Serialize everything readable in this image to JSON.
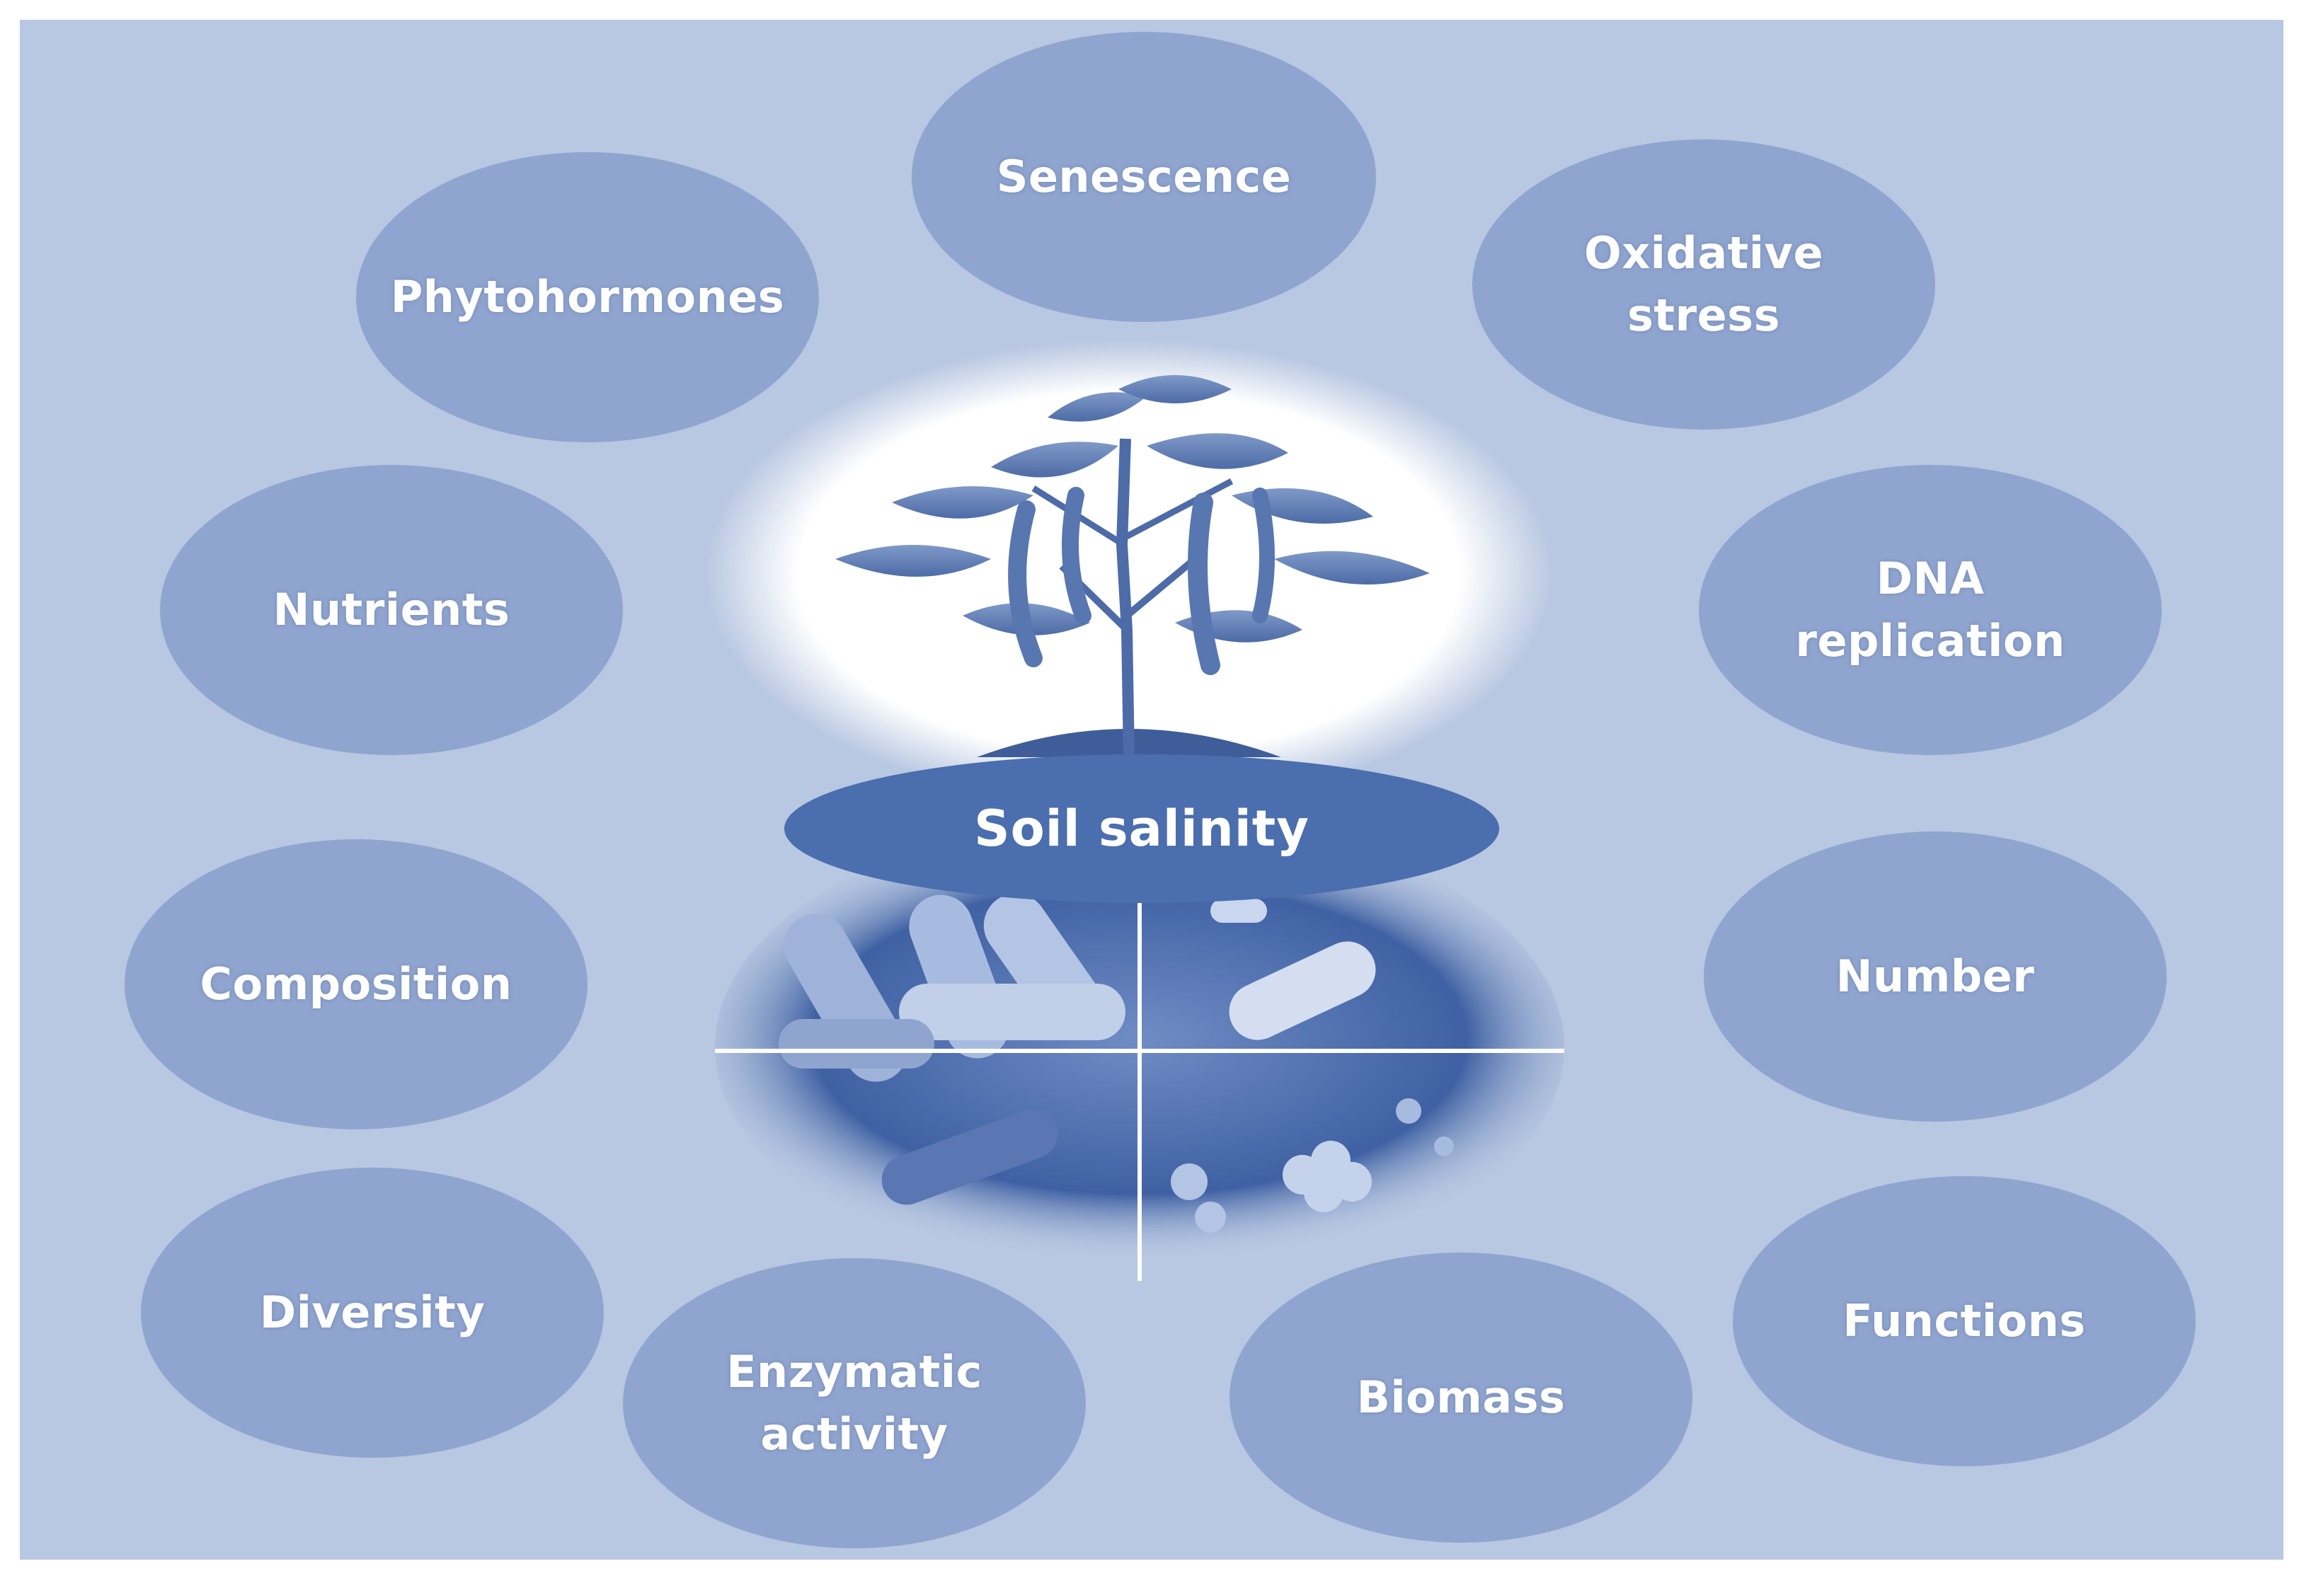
{
  "centre": {
    "label": "Soil salinity"
  },
  "bubbles": {
    "senescence": "Senescence",
    "phytohormones": "Phytohormones",
    "oxidative_stress": "Oxidative\nstress",
    "nutrients": "Nutrients",
    "dna_replication": "DNA\nreplication",
    "composition": "Composition",
    "number": "Number",
    "diversity": "Diversity",
    "enzymatic_activity": "Enzymatic\nactivity",
    "biomass": "Biomass",
    "functions": "Functions"
  },
  "colors": {
    "background": "#b8c7e2",
    "bubble": "#8fa5cf",
    "centre": "#4a6eae",
    "text": "#ffffff"
  },
  "icons": {
    "plant": "plant-illustration",
    "microbes": "bacteria-collage"
  }
}
